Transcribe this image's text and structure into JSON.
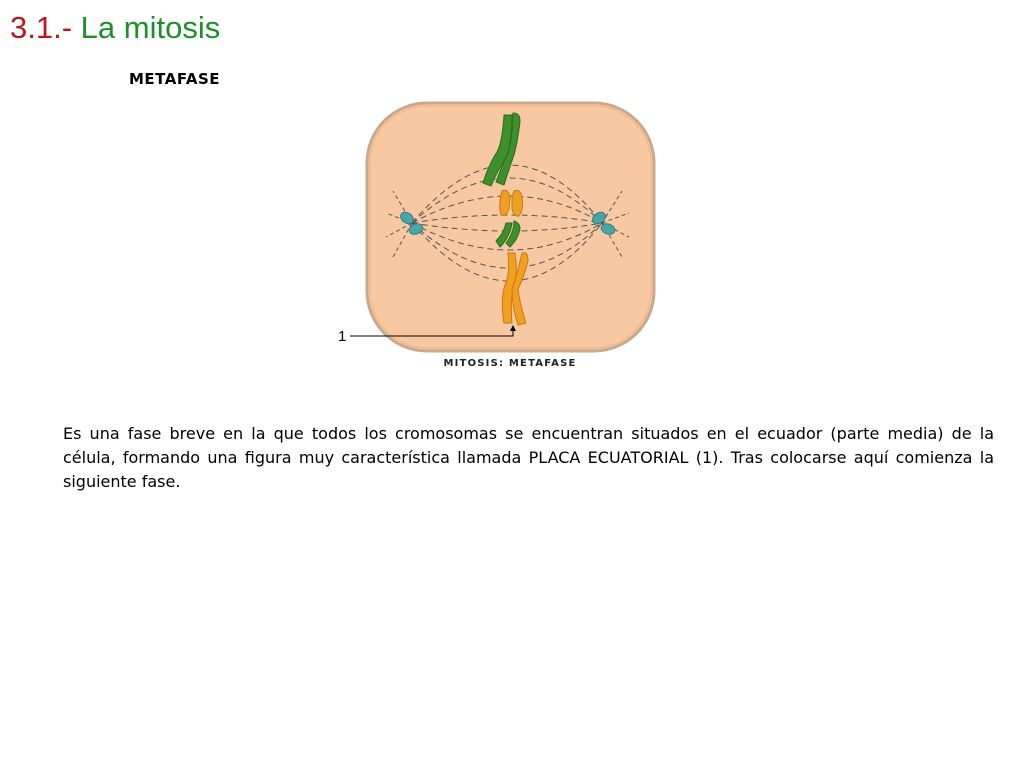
{
  "header": {
    "title_number": "3.1.-",
    "title_text": "La mitosis"
  },
  "subtitle": "METAFASE",
  "figure": {
    "callout_number": "1",
    "caption": "MITOSIS: METAFASE",
    "colors": {
      "cell_fill": "#f8c8a2",
      "cell_border": "#c9a88c",
      "chromosome_green": "#3f8f2a",
      "chromosome_orange": "#f0a020",
      "centrosome": "#4aa6a8"
    }
  },
  "body": {
    "paragraph": "Es una fase breve en la que todos los cromosomas se encuentran situados en el ecuador (parte media) de la célula, formando una figura muy característica llamada PLACA ECUATORIAL (1). Tras colocarse aquí comienza la siguiente fase."
  }
}
